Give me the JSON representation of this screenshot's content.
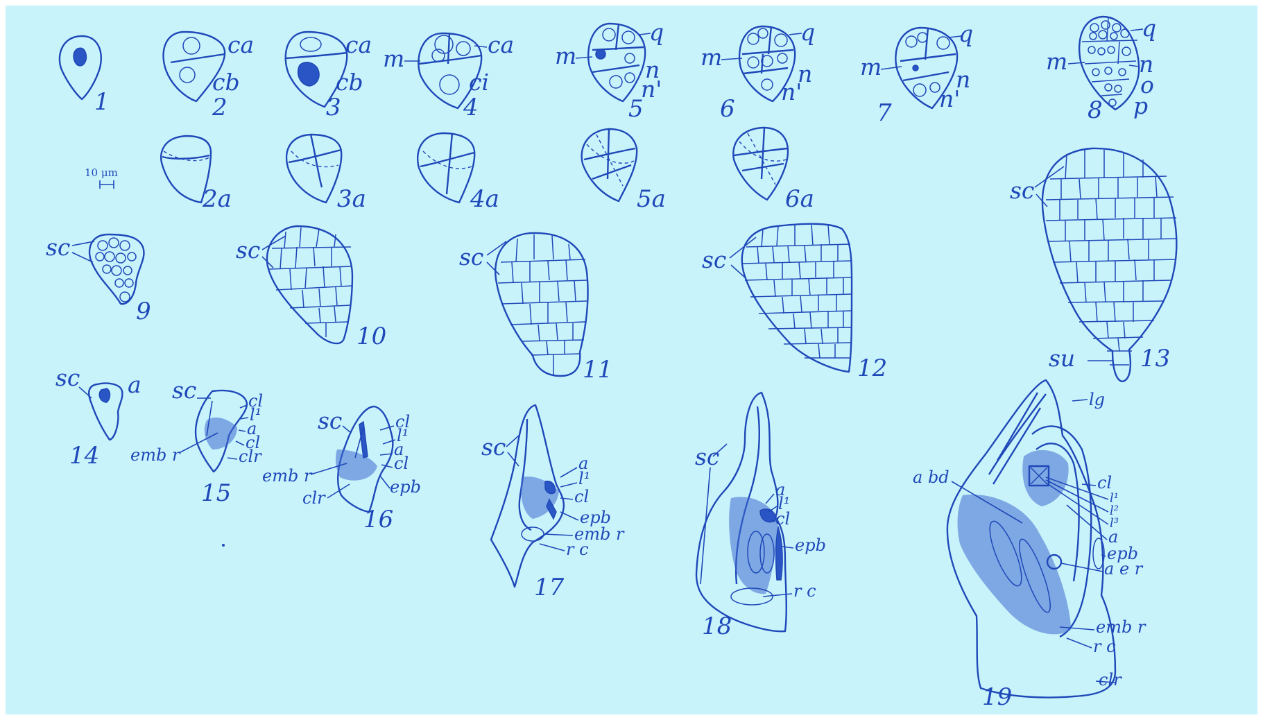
{
  "scale_bar": "10 μm",
  "figures": {
    "f1": "1",
    "f2": "2",
    "f3": "3",
    "f4": "4",
    "f5": "5",
    "f6": "6",
    "f7": "7",
    "f8": "8",
    "f2a": "2a",
    "f3a": "3a",
    "f4a": "4a",
    "f5a": "5a",
    "f6a": "6a",
    "f9": "9",
    "f10": "10",
    "f11": "11",
    "f12": "12",
    "f13": "13",
    "f14": "14",
    "f15": "15",
    "f16": "16",
    "f17": "17",
    "f18": "18",
    "f19": "19"
  },
  "labels": {
    "ca": "ca",
    "cb": "cb",
    "ci": "ci",
    "m": "m",
    "q": "q",
    "n": "n",
    "n_prime": "n'",
    "o": "o",
    "p": "p",
    "sc": "sc",
    "su": "su",
    "a": "a",
    "cl": "cl",
    "l1": "l¹",
    "l2": "l²",
    "l3": "l³",
    "emb_r": "emb r",
    "clr": "clr",
    "epb": "epb",
    "rc": "r c",
    "lg": "lg",
    "abd": "a bd",
    "aer": "a e r"
  }
}
